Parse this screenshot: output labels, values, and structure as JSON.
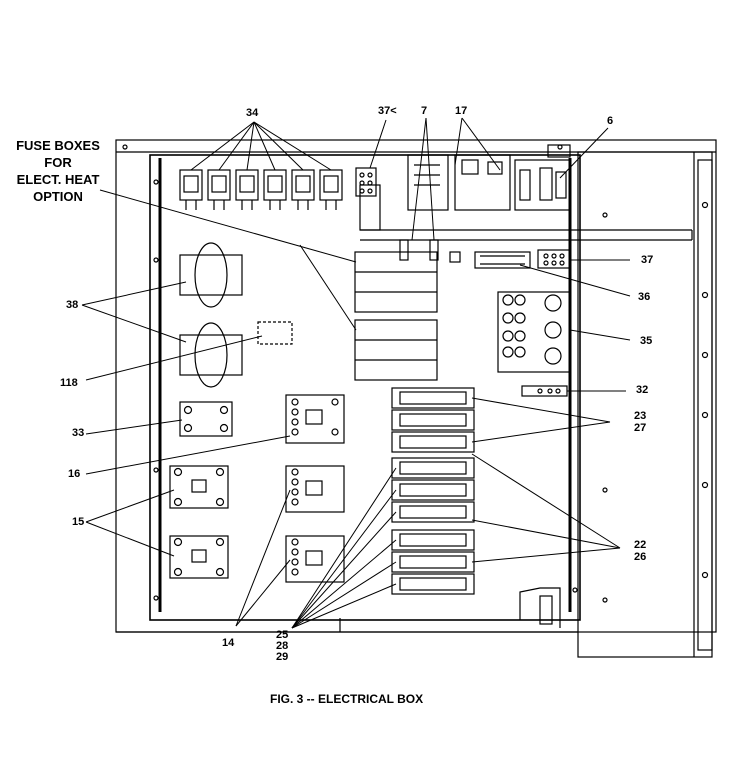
{
  "figure": {
    "title": "FIG. 3 -- ELECTRICAL BOX",
    "fuse_note": [
      "FUSE BOXES",
      "FOR",
      "ELECT. HEAT",
      "OPTION"
    ]
  },
  "callouts": {
    "c34": "34",
    "c37_top": "37<",
    "c7": "7",
    "c17": "17",
    "c6": "6",
    "c37": "37",
    "c36": "36",
    "c35": "35",
    "c32": "32",
    "c23": "23",
    "c27": "27",
    "c22": "22",
    "c26": "26",
    "c38": "38",
    "c118": "118",
    "c33": "33",
    "c16": "16",
    "c15": "15",
    "c14": "14",
    "c25": "25",
    "c28": "28",
    "c29": "29"
  }
}
